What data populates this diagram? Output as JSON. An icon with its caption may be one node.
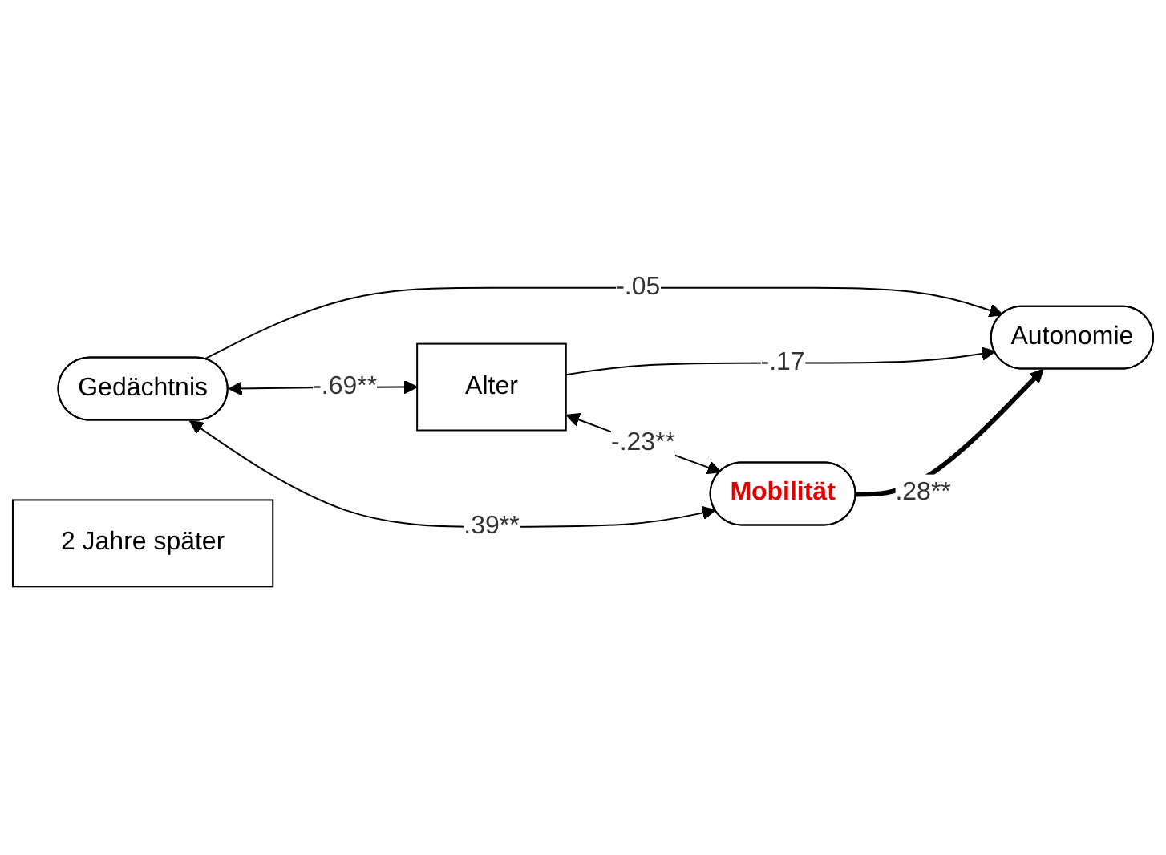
{
  "diagram": {
    "nodes": [
      {
        "text": [
          "Gedächtnis"
        ]
      },
      {
        "text": [
          "Alter"
        ]
      },
      {
        "text": [
          "Autonomie"
        ]
      },
      {
        "text": [
          "2 Jahre später"
        ]
      },
      {
        "text": [
          "Mobilität"
        ]
      }
    ],
    "edges": [
      {
        "from": 0,
        "to": 2,
        "arrow": "to",
        "label": "-.05"
      },
      {
        "from": 1,
        "to": 2,
        "arrow": "to",
        "label": "-.17"
      },
      {
        "from": 4,
        "to": 2,
        "arrow": "to",
        "label": ".28**",
        "style": "thick"
      },
      {
        "from": 0,
        "to": 1,
        "arrow": "both",
        "label": "-.69**"
      },
      {
        "from": 1,
        "to": 4,
        "arrow": "both",
        "label": "-.23**"
      },
      {
        "from": 0,
        "to": 4,
        "arrow": "both",
        "label": ".39**"
      }
    ]
  }
}
